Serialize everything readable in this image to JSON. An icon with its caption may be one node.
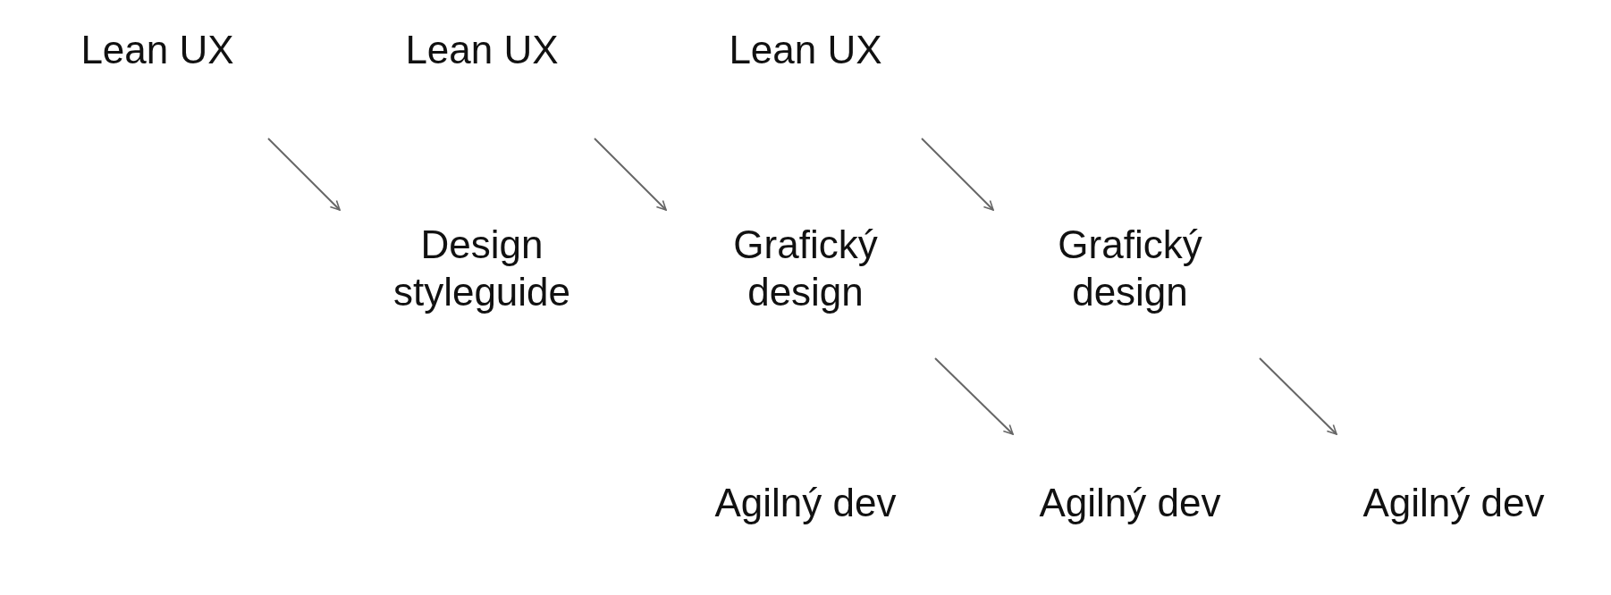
{
  "diagram": {
    "nodes": [
      {
        "text": [
          "Lean UX"
        ]
      },
      {
        "text": [
          "Lean UX"
        ]
      },
      {
        "text": [
          "Lean UX"
        ]
      },
      {
        "text": [
          "Design styleguide"
        ]
      },
      {
        "text": [
          "Grafický design"
        ]
      },
      {
        "text": [
          "Grafický design"
        ]
      },
      {
        "text": [
          "Agilný dev"
        ]
      },
      {
        "text": [
          "Agilný dev"
        ]
      },
      {
        "text": [
          "Agilný dev"
        ]
      }
    ],
    "edges": [
      {
        "from": 0,
        "to": 3,
        "arrow": "to"
      },
      {
        "from": 1,
        "to": 4,
        "arrow": "to"
      },
      {
        "from": 2,
        "to": 5,
        "arrow": "to"
      },
      {
        "from": 4,
        "to": 7,
        "arrow": "to"
      },
      {
        "from": 5,
        "to": 8,
        "arrow": "to"
      }
    ]
  }
}
